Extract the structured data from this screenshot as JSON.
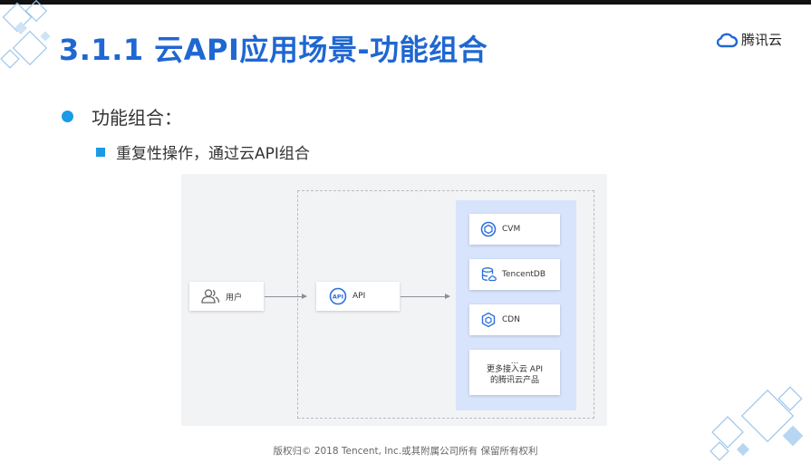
{
  "slide": {
    "title": "3.1.1 云API应用场景-功能组合",
    "logo_text": "腾讯云",
    "bullet_level1": "功能组合：",
    "bullet_level2": "重复性操作，通过云API组合",
    "footer": "版权归© 2018 Tencent, Inc.或其附属公司所有 保留所有权利"
  },
  "diagram": {
    "user": {
      "label": "用户",
      "icon": "user-group-icon"
    },
    "api": {
      "label": "API",
      "icon": "api-badge-icon"
    },
    "services": [
      {
        "label": "CVM",
        "icon": "cvm-icon"
      },
      {
        "label": "TencentDB",
        "icon": "database-icon"
      },
      {
        "label": "CDN",
        "icon": "cdn-icon"
      }
    ],
    "more": {
      "dots": "...",
      "line1": "更多接入云 API",
      "line2": "的腾讯云产品"
    }
  },
  "colors": {
    "title": "#1f67d2",
    "accent": "#1b9ae6",
    "panel": "#d7e4fb",
    "icon": "#2d6fd8"
  }
}
